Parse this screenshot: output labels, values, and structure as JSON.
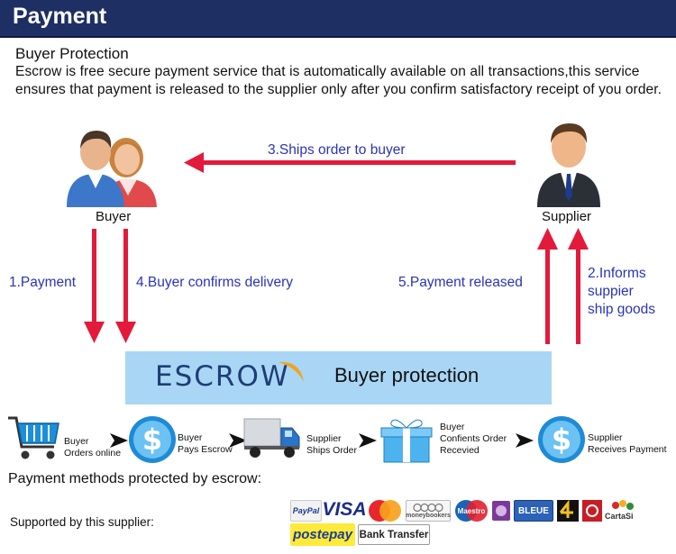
{
  "header": {
    "title": "Payment"
  },
  "buyer_protection": {
    "heading": "Buyer Protection",
    "description": "Escrow is free secure payment service that is automatically available on all transactions,this service ensures that payment is released to the supplier only after you confirm satisfactory receipt of you order."
  },
  "diagram": {
    "buyer_label": "Buyer",
    "supplier_label": "Supplier",
    "ships_label": "3.Ships order to buyer",
    "payment_label": "1.Payment",
    "confirms_label": "4.Buyer confirms delivery",
    "released_label": "5.Payment released",
    "informs_lines": [
      "2.Informs",
      "suppier",
      "ship goods"
    ],
    "escrow_word": "ESCROW",
    "escrow_sub": "Buyer protection",
    "arrow_color": "#e21a3c",
    "label_color": "#2a33b8"
  },
  "process_steps": [
    {
      "icon": "shopping-cart-icon",
      "lines": [
        "Buyer",
        "Orders online"
      ]
    },
    {
      "icon": "dollar-coin-icon",
      "lines": [
        "Buyer",
        "Pays Escrow"
      ]
    },
    {
      "icon": "delivery-truck-icon",
      "lines": [
        "Supplier",
        "Ships Order"
      ]
    },
    {
      "icon": "gift-box-icon",
      "lines": [
        "Buyer",
        "Confients Order",
        "Recevied"
      ]
    },
    {
      "icon": "dollar-coin-icon",
      "lines": [
        "Supplier",
        "Receives Payment"
      ]
    }
  ],
  "payment_methods": {
    "title": "Payment methods protected by escrow:",
    "supported_label": "Supported by this supplier:",
    "logos": {
      "paypal": "PayPal",
      "visa": "VISA",
      "moneybookers": "moneybookers",
      "maestro": "Maestro",
      "bleue": "BLEUE",
      "cartasi": "CartaSi",
      "postepay": "postepay",
      "bank_transfer": "Bank Transfer"
    }
  }
}
